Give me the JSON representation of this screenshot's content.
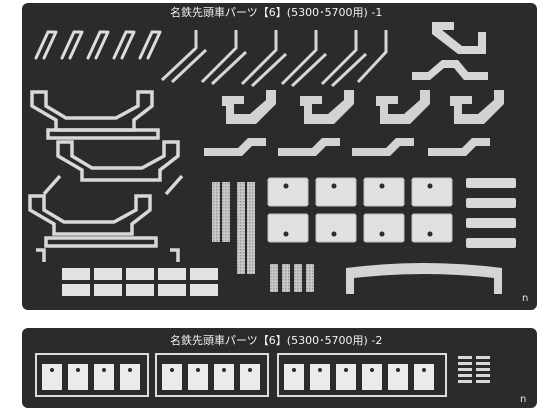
{
  "sheet_1": {
    "title": "名鉄先頭車パーツ【6】(5300･5700用) -1",
    "corner_mark": "n"
  },
  "sheet_2": {
    "title": "名鉄先頭車パーツ【6】(5300･5700用) -2",
    "corner_mark": "n"
  },
  "colors": {
    "plate": "#2b2b2b",
    "part": "#d2d2d2",
    "part_light": "#ececec",
    "runner": "#bdbdbd"
  }
}
